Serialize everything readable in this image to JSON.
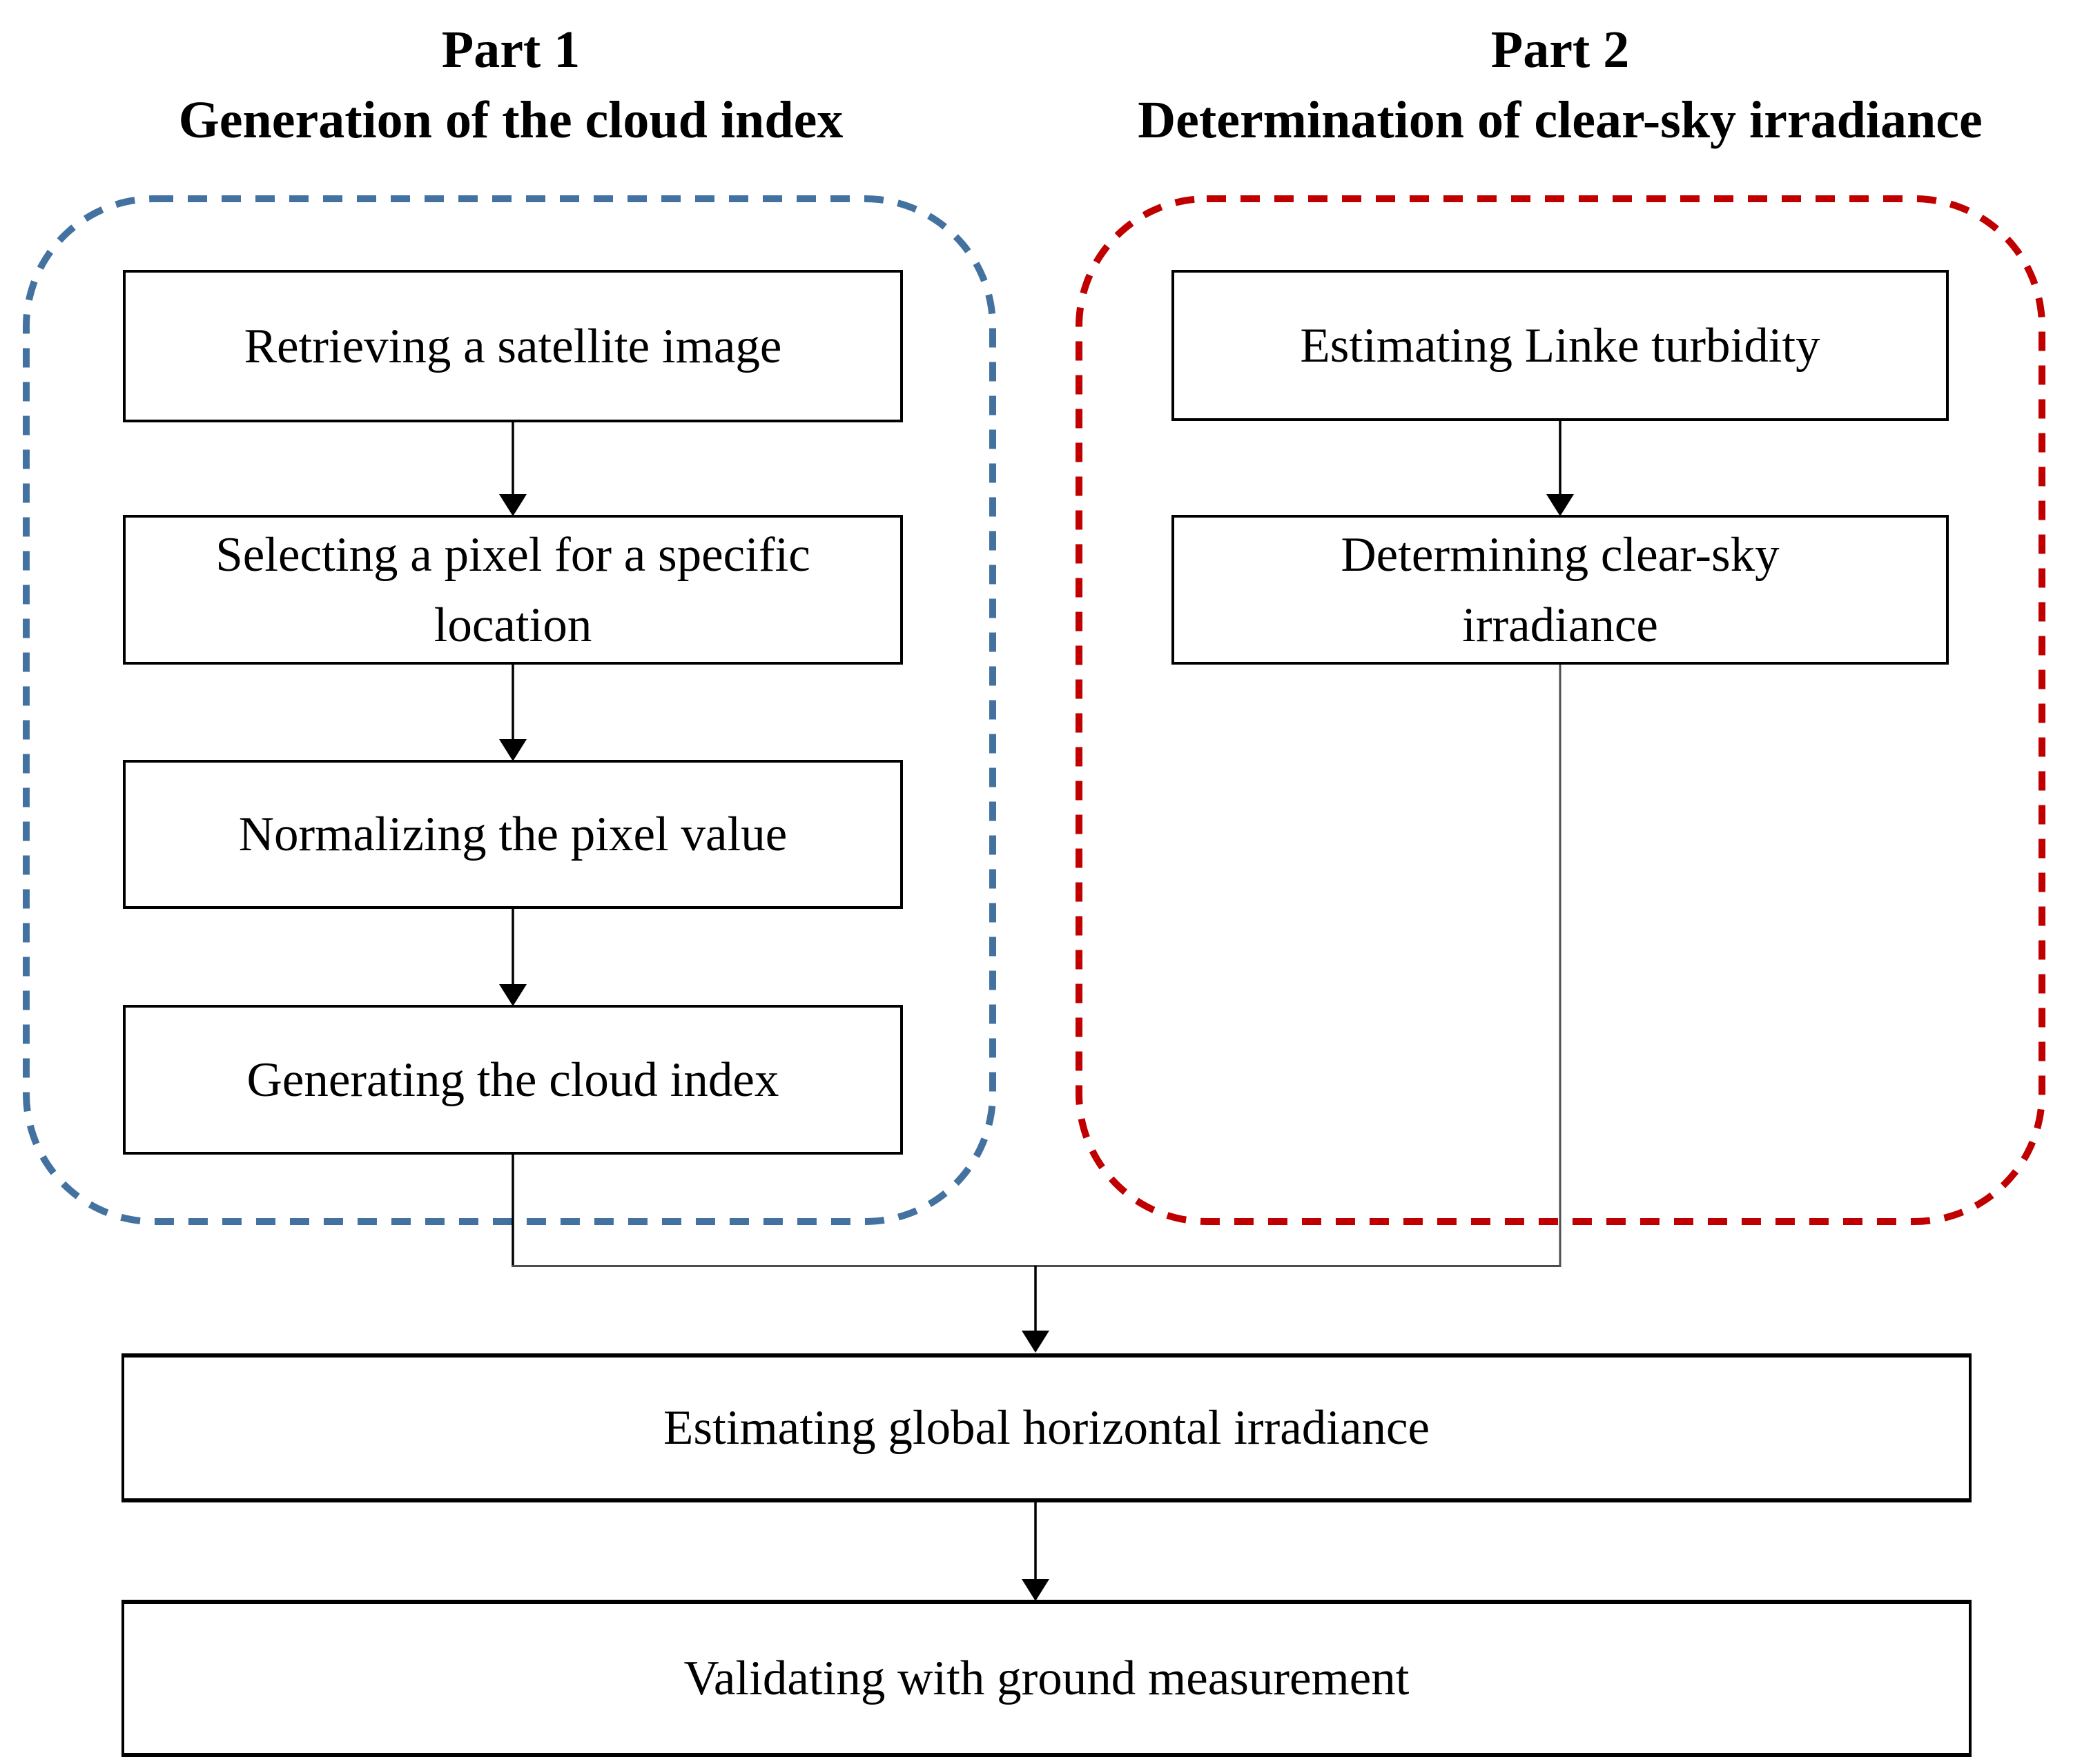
{
  "figure": {
    "part1": {
      "title_lines": [
        "Part 1",
        "Generation of the cloud index"
      ],
      "border_color": "#4472A0",
      "steps": [
        {
          "lines": [
            "Retrieving a satellite image"
          ]
        },
        {
          "lines": [
            "Selecting a pixel for a specific",
            "location"
          ]
        },
        {
          "lines": [
            "Normalizing the pixel value"
          ]
        },
        {
          "lines": [
            "Generating the cloud index"
          ]
        }
      ]
    },
    "part2": {
      "title_lines": [
        "Part 2",
        "Determination of clear-sky irradiance"
      ],
      "border_color": "#C00000",
      "steps": [
        {
          "lines": [
            "Estimating Linke turbidity"
          ]
        },
        {
          "lines": [
            "Determining clear-sky",
            "irradiance"
          ]
        }
      ]
    },
    "final_steps": [
      {
        "lines": [
          "Estimating global horizontal irradiance"
        ]
      },
      {
        "lines": [
          "Validating with ground measurement"
        ]
      }
    ],
    "connector_color": "#4d4d4d",
    "arrow_color": "#000000"
  }
}
